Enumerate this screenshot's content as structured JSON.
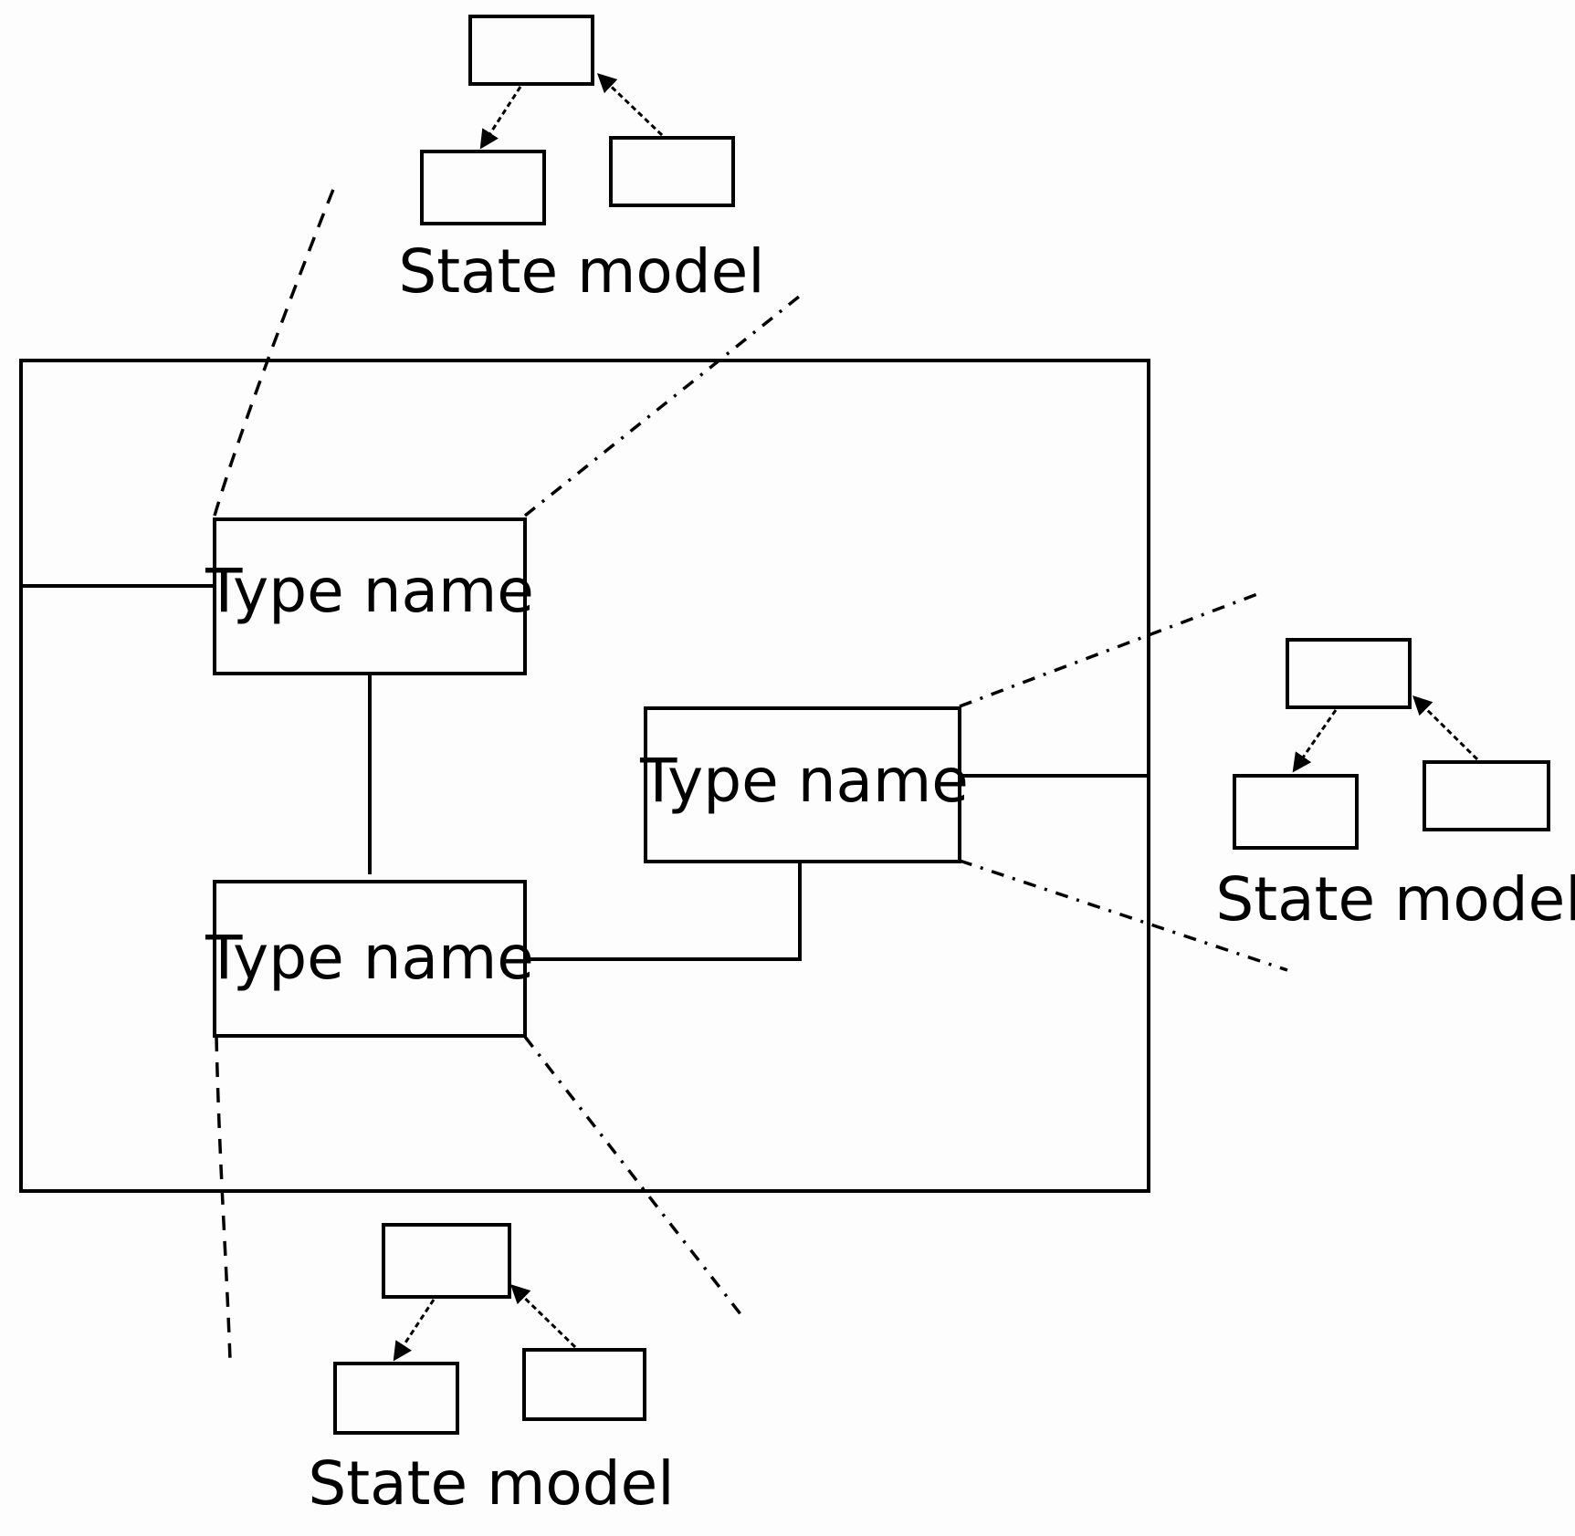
{
  "type_boxes": [
    {
      "label": "Type name"
    },
    {
      "label": "Type name"
    },
    {
      "label": "Type name"
    }
  ],
  "state_models": [
    {
      "caption": "State model"
    },
    {
      "caption": "State model"
    },
    {
      "caption": "State model"
    }
  ],
  "colors": {
    "background": "#fdfdfd",
    "stroke": "#000000"
  }
}
